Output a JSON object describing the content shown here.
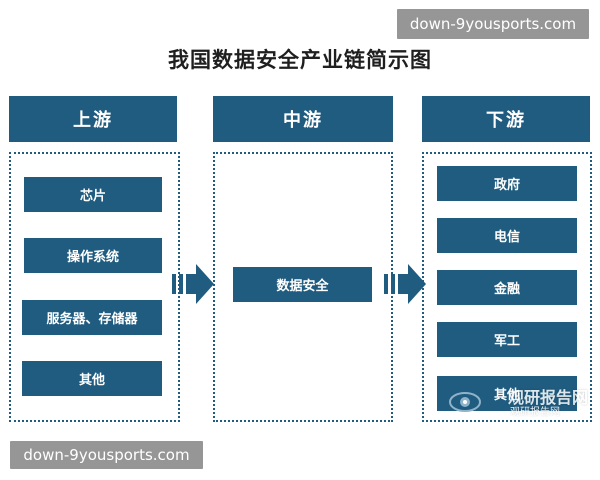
{
  "watermark": {
    "top": "down-9yousports.com",
    "bottom": "down-9yousports.com"
  },
  "title": "我国数据安全产业链简示图",
  "columns": {
    "upstream": {
      "label": "上游",
      "items": [
        "芯片",
        "操作系统",
        "服务器、存储器",
        "其他"
      ]
    },
    "midstream": {
      "label": "中游",
      "items": [
        "数据安全"
      ]
    },
    "downstream": {
      "label": "下游",
      "items": [
        "政府",
        "电信",
        "金融",
        "军工",
        "其他"
      ]
    }
  },
  "logo": {
    "name": "观研报告网",
    "subtitle": "观研报告网",
    "icon": "eye-logo-icon"
  },
  "colors": {
    "primary": "#1f5c80",
    "title_text": "#1f1f1f",
    "watermark_bg": "#787878"
  }
}
